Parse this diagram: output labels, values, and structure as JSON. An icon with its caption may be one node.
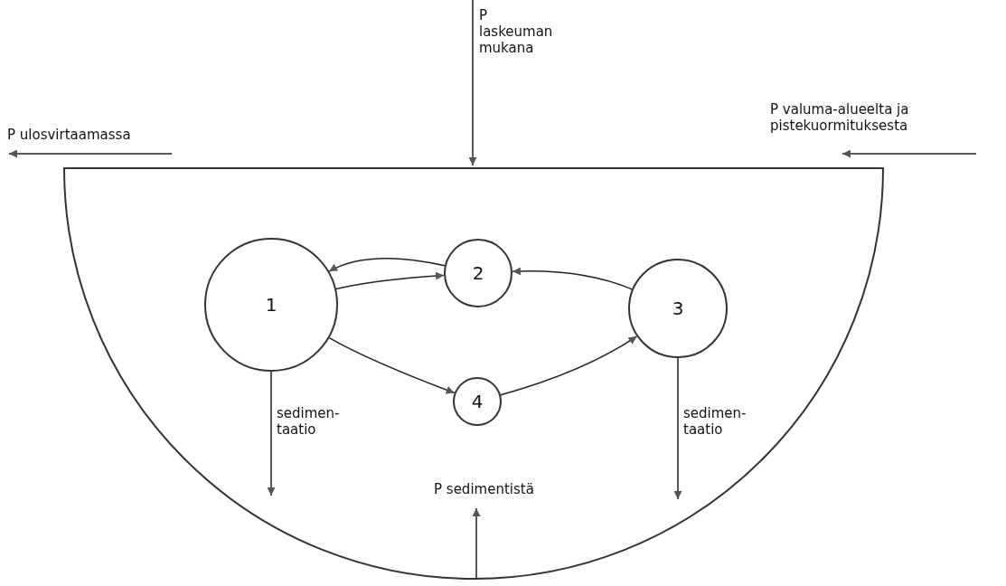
{
  "diagram": {
    "nodes": [
      {
        "text": [],
        "shape": "semicircle"
      },
      {
        "text": [
          "1"
        ],
        "in": 0
      },
      {
        "text": [
          "2"
        ],
        "in": 0
      },
      {
        "text": [
          "3"
        ],
        "in": 0
      },
      {
        "text": [
          "4"
        ],
        "in": 0
      }
    ],
    "edges": [
      {
        "from": 0,
        "to": null,
        "arrow": "to",
        "label": "P ulosvirtaamassa"
      },
      {
        "from": null,
        "to": 0,
        "arrow": "to",
        "label": "P laskeuman mukana"
      },
      {
        "from": null,
        "to": 0,
        "arrow": "to",
        "label": "P valuma-alueelta ja pistekuormituksesta"
      },
      {
        "from": 2,
        "to": 1,
        "arrow": "to"
      },
      {
        "from": 1,
        "to": 2,
        "arrow": "to"
      },
      {
        "from": 3,
        "to": 2,
        "arrow": "to"
      },
      {
        "from": 1,
        "to": 4,
        "arrow": "to"
      },
      {
        "from": 4,
        "to": 3,
        "arrow": "to"
      },
      {
        "from": 1,
        "to": null,
        "arrow": "to",
        "label": "sedimen- taatio"
      },
      {
        "from": 3,
        "to": null,
        "arrow": "to",
        "label": "sedimen- taatio"
      },
      {
        "from": 0,
        "to": null,
        "arrow": "to",
        "label": "P sedimentistä"
      }
    ]
  }
}
